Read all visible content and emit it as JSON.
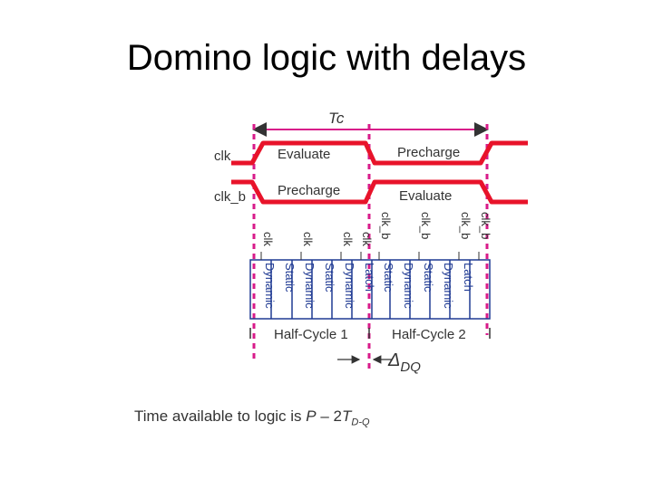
{
  "title": "Domino logic with delays",
  "diagram": {
    "period_label": "Tc",
    "signals": [
      "clk",
      "clk_b"
    ],
    "clk_phases": [
      "Evaluate",
      "Precharge"
    ],
    "clkb_phases": [
      "Precharge",
      "Evaluate"
    ],
    "half1": {
      "clocks": [
        "clk",
        "clk",
        "clk",
        "clk"
      ],
      "stages": [
        "Dynamic",
        "Static",
        "Dynamic",
        "Static",
        "Dynamic",
        "Latch"
      ],
      "label": "Half-Cycle 1"
    },
    "half2": {
      "clocks": [
        "clk_b",
        "clk_b",
        "clk_b",
        "clk_b"
      ],
      "stages": [
        "Static",
        "Dynamic",
        "Static",
        "Dynamic",
        "Latch"
      ],
      "label": "Half-Cycle 2"
    },
    "delta_label": "Δ",
    "delta_sub": "DQ"
  },
  "caption": {
    "prefix": "Time available to logic is ",
    "P": "P",
    "minus": " – 2",
    "T": "T",
    "sub": "D-Q"
  },
  "colors": {
    "clock": "#e8132a",
    "marker": "#d81b8a",
    "logic": "#1f3a93",
    "text": "#333333"
  }
}
